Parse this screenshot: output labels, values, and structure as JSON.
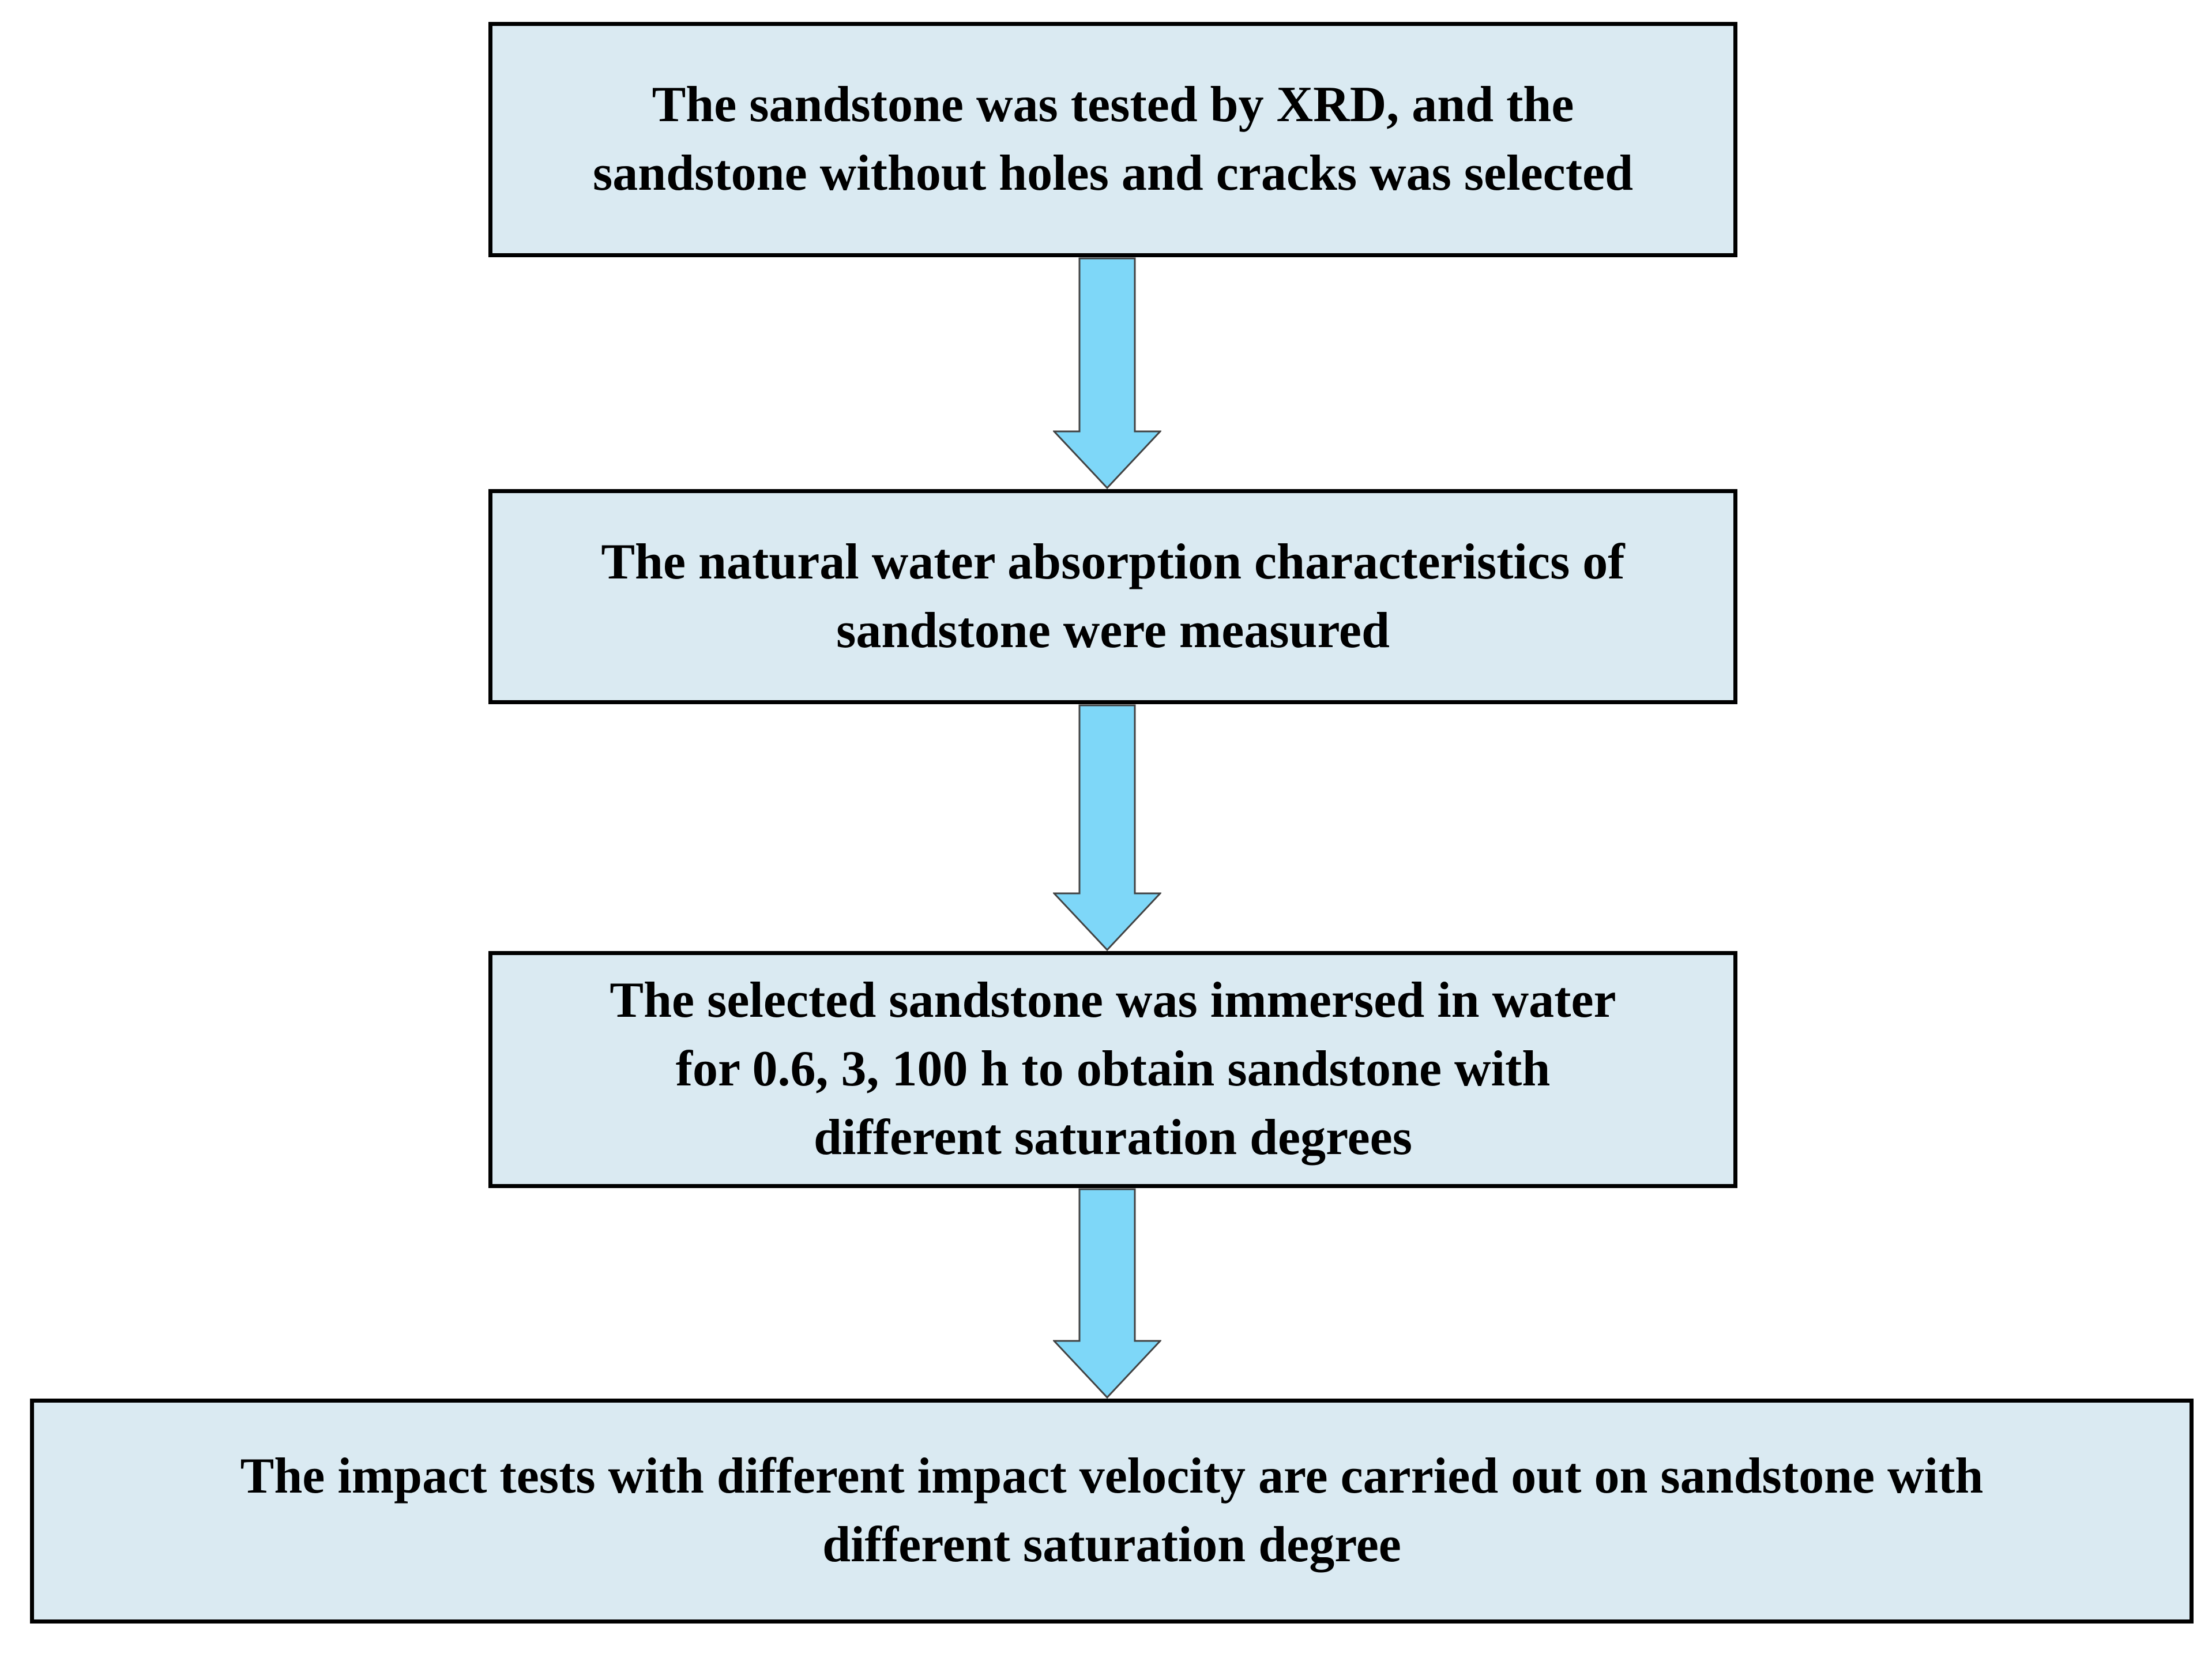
{
  "diagram": {
    "type": "flowchart",
    "direction": "top-down",
    "background": "#ffffff",
    "colors": {
      "box_fill": "#daeaf2",
      "box_border": "#000000",
      "arrow_fill": "#7ed7f8",
      "arrow_outline": "#424242",
      "text": "#000000"
    },
    "steps": [
      {
        "text": "The sandstone was tested by XRD, and the\nsandstone without holes and cracks was selected"
      },
      {
        "text": "The natural water absorption characteristics of\nsandstone were measured"
      },
      {
        "text": "The selected sandstone was immersed in water\nfor 0.6, 3, 100 h to obtain sandstone with\ndifferent saturation degrees"
      },
      {
        "text": "The impact tests with different impact velocity are carried out on sandstone with\ndifferent saturation degree"
      }
    ],
    "connectors": [
      {
        "from_step": 1,
        "to_step": 2,
        "shape": "block-arrow-down"
      },
      {
        "from_step": 2,
        "to_step": 3,
        "shape": "block-arrow-down"
      },
      {
        "from_step": 3,
        "to_step": 4,
        "shape": "block-arrow-down"
      }
    ]
  }
}
